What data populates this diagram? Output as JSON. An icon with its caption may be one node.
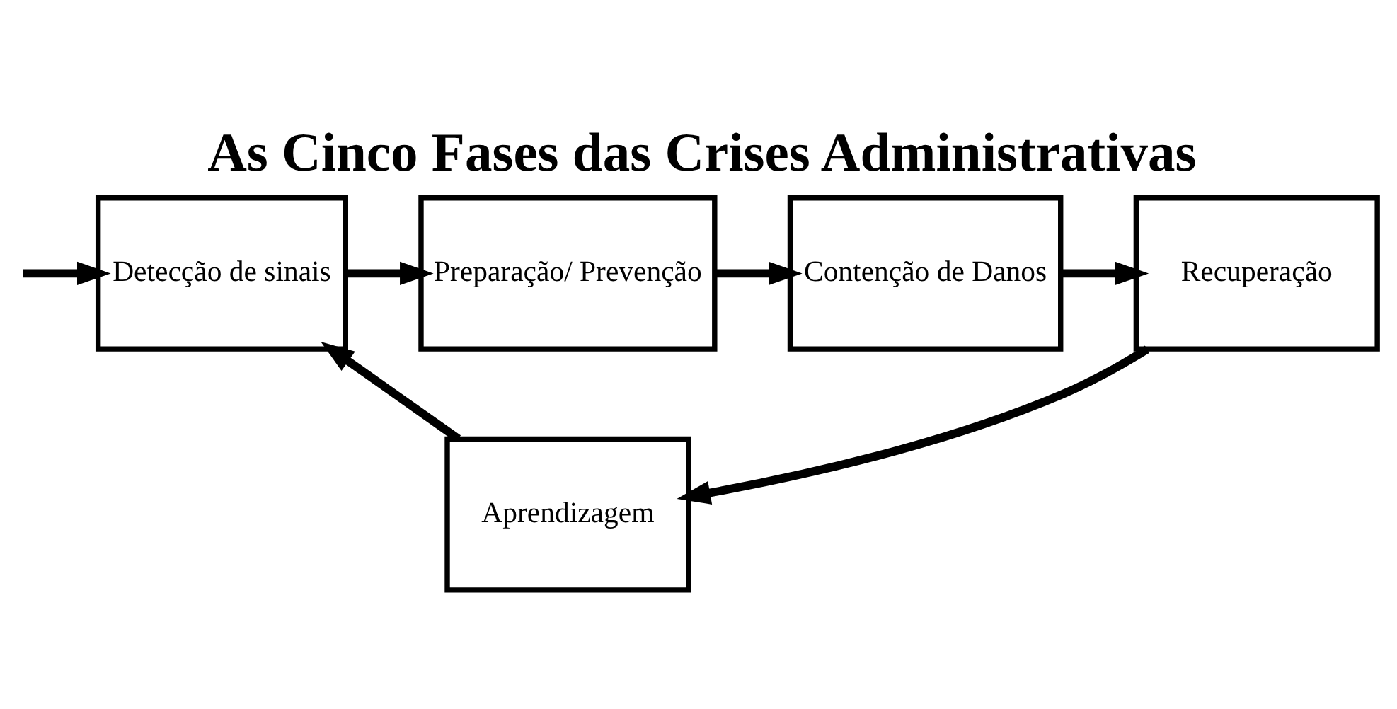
{
  "diagram": {
    "title": "As Cinco Fases das Crises Administrativas",
    "nodes": [
      {
        "text": [
          "Detecção de sinais"
        ]
      },
      {
        "text": [
          "Preparação/ Prevenção"
        ]
      },
      {
        "text": [
          "Contenção de Danos"
        ]
      },
      {
        "text": [
          "Recuperação"
        ]
      },
      {
        "text": [
          "Aprendizagem"
        ]
      }
    ],
    "edges": [
      {
        "from": null,
        "to": 0,
        "arrow": "to"
      },
      {
        "from": 0,
        "to": 1,
        "arrow": "to"
      },
      {
        "from": 1,
        "to": 2,
        "arrow": "to"
      },
      {
        "from": 2,
        "to": 3,
        "arrow": "to"
      },
      {
        "from": 3,
        "to": 4,
        "arrow": "to"
      },
      {
        "from": 4,
        "to": 0,
        "arrow": "to"
      }
    ]
  }
}
